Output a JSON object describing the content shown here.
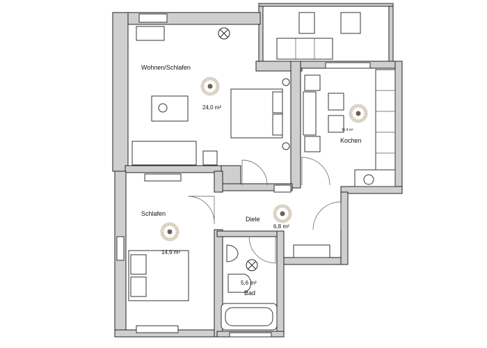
{
  "rooms": {
    "wohnen": {
      "name": "Wohnen/Schlafen",
      "area": "24,0 m²"
    },
    "kochen": {
      "name": "Kochen",
      "area": "11,4 m²"
    },
    "schlafen": {
      "name": "Schlafen",
      "area": "14,9 m²"
    },
    "diele": {
      "name": "Diele",
      "area": "6,8 m²"
    },
    "bad": {
      "name": "Bad",
      "area": "5,6 m²"
    }
  },
  "colors": {
    "wall": "#cfcfcf",
    "lamp": "#b8a88a",
    "lamp_center": "#6b6257"
  }
}
